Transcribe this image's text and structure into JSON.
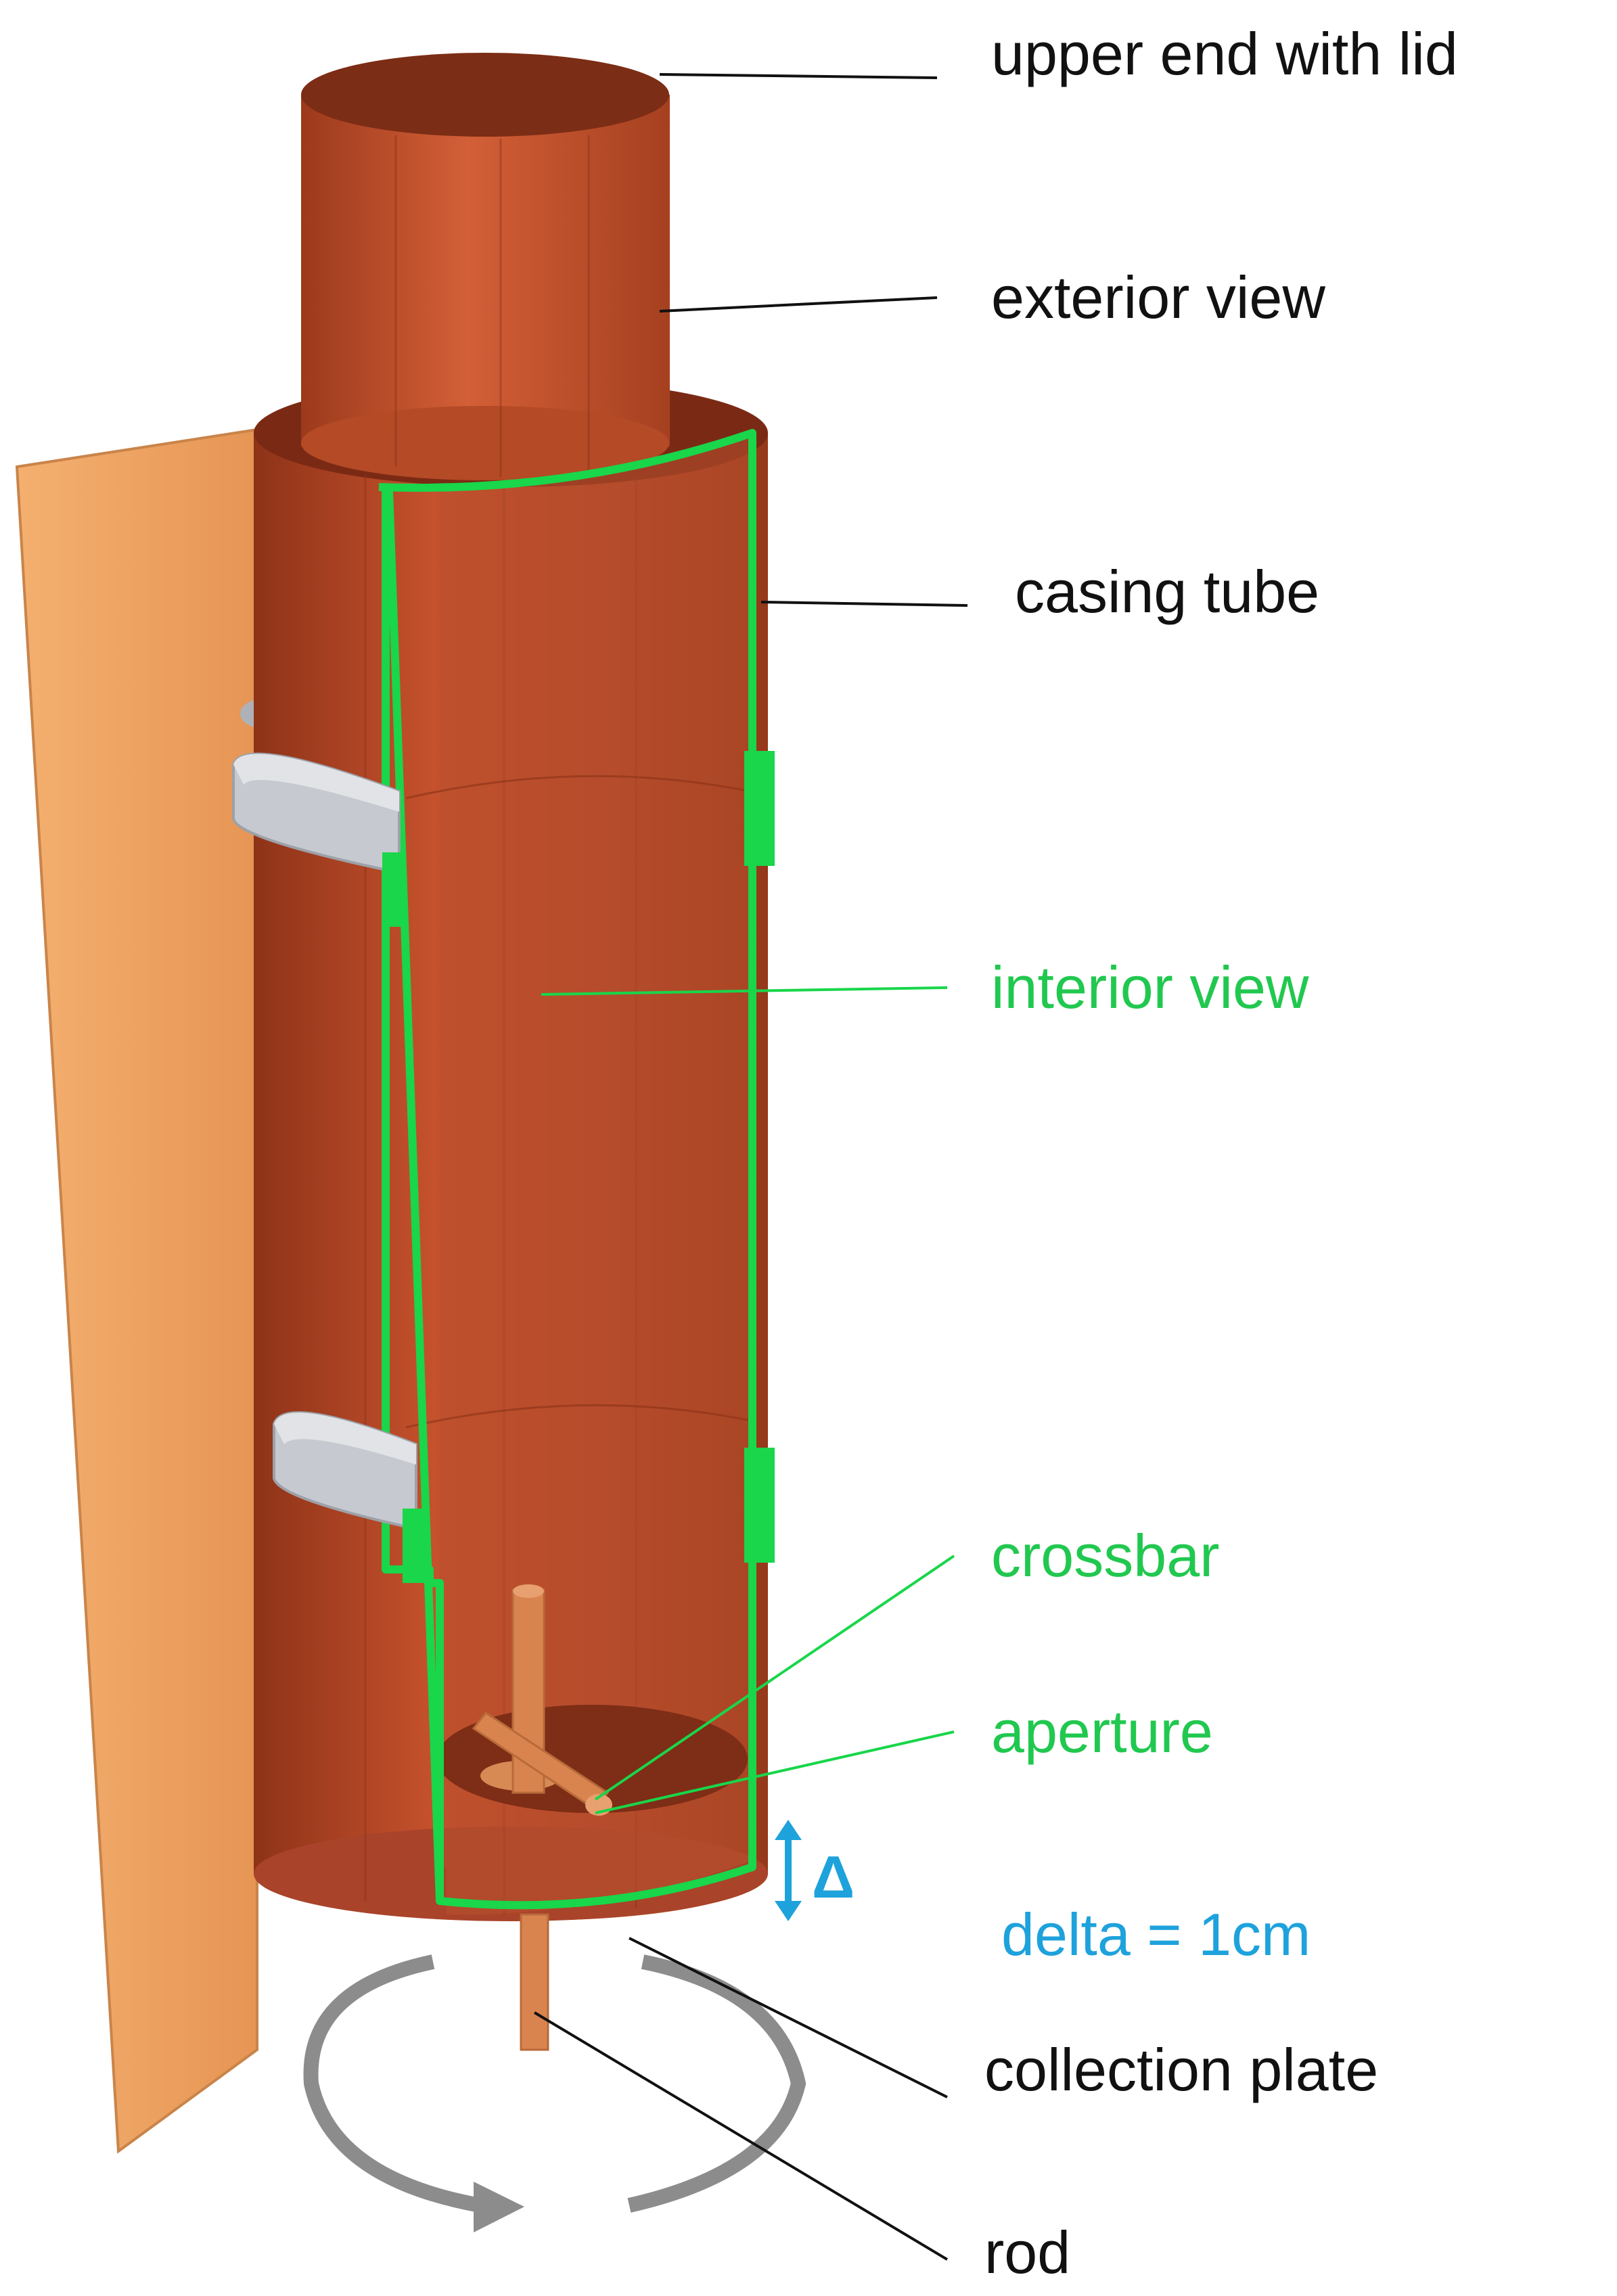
{
  "diagram": {
    "labels": {
      "upper_end": "upper end with lid",
      "exterior_view": "exterior view",
      "casing_tube": "casing tube",
      "interior_view": "interior view",
      "crossbar": "crossbar",
      "aperture": "aperture",
      "delta_symbol": "Δ",
      "delta_value": "delta = 1cm",
      "collection_plate": "collection plate",
      "rod": "rod"
    }
  },
  "colors": {
    "tube": "#b2482a",
    "tube_dark": "#7a2a14",
    "tube_light": "#cf5a33",
    "green": "#19d64a",
    "green_text": "#21c84f",
    "blue": "#1ea2dc",
    "board": "#f0a866",
    "clamp": "#c6c9cf",
    "plate": "#d9844f",
    "arrow": "#8c8c8c",
    "text": "#111111"
  }
}
